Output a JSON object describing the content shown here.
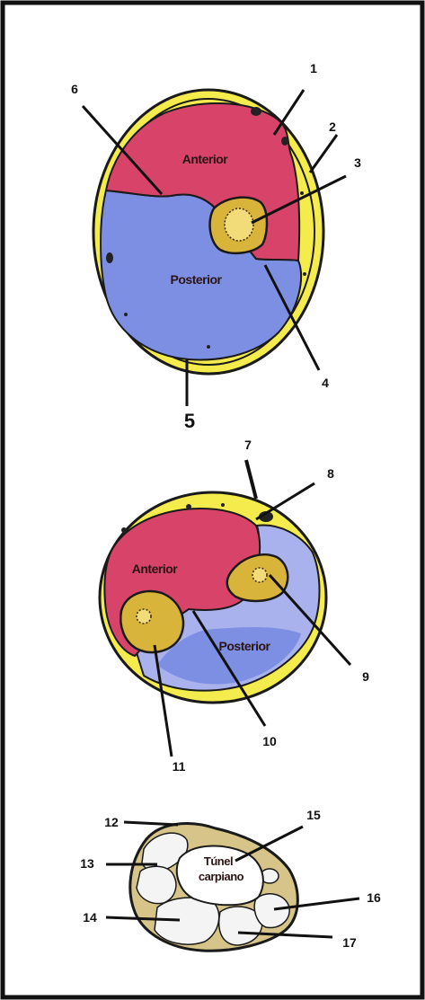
{
  "colors": {
    "frame": "#111111",
    "anterior": "#d8436a",
    "posterior": "#7d8fe3",
    "posterior_light": "#a9b2ec",
    "fat": "#f4ec4c",
    "bone": "#d9b43a",
    "bone_core": "#f2dc7a",
    "carpal": "#f4f4f4",
    "ring": "#d6c489",
    "outline": "#1a1a1a"
  },
  "arm": {
    "compartments": {
      "anterior": "Anterior",
      "posterior": "Posterior"
    },
    "labels": [
      "1",
      "2",
      "3",
      "4",
      "5",
      "6"
    ]
  },
  "forearm": {
    "compartments": {
      "anterior": "Anterior",
      "posterior": "Posterior"
    },
    "labels": [
      "7",
      "8",
      "9",
      "10",
      "11"
    ]
  },
  "wrist": {
    "tunnel_line1": "Túnel",
    "tunnel_line2": "carpiano",
    "labels": [
      "12",
      "13",
      "14",
      "15",
      "16",
      "17"
    ]
  }
}
